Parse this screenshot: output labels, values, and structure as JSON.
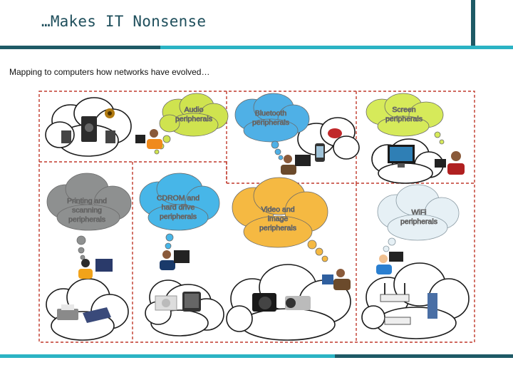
{
  "slide": {
    "title": "…Makes IT Nonsense",
    "subtitle": "Mapping to computers how networks have evolved…"
  },
  "colors": {
    "dark_teal": "#1e5a66",
    "light_teal": "#2bb3c4",
    "grid_border": "#c0392b"
  },
  "bubbles": [
    {
      "id": "audio",
      "lines": [
        "Audio",
        "peripherals"
      ],
      "color": "#cfe34f",
      "icons": [
        "speakers-icon",
        "subwoofer-icon",
        "loudspeaker-icon",
        "user-icon"
      ]
    },
    {
      "id": "bluetooth",
      "lines": [
        "Bluetooth",
        "peripherals"
      ],
      "color": "#4fb0e6",
      "icons": [
        "user-icon",
        "phone-icon",
        "mouse-icon"
      ]
    },
    {
      "id": "screen",
      "lines": [
        "Screen",
        "peripherals"
      ],
      "color": "#d6ea5a",
      "icons": [
        "monitor-icon",
        "user-icon"
      ]
    },
    {
      "id": "printing",
      "lines": [
        "Printing and",
        "scanning",
        "peripherals"
      ],
      "color": "#8e9090",
      "icons": [
        "user-icon",
        "printer-icon",
        "scanner-icon"
      ]
    },
    {
      "id": "cdrom",
      "lines": [
        "CDROM and",
        "hard drive",
        "peripherals"
      ],
      "color": "#47b6e8",
      "icons": [
        "user-icon",
        "cd-drive-icon",
        "hard-drive-icon"
      ]
    },
    {
      "id": "video",
      "lines": [
        "Video and",
        "image",
        "peripherals"
      ],
      "color": "#f5b942",
      "icons": [
        "camera-icon",
        "video-camera-icon",
        "user-icon"
      ]
    },
    {
      "id": "wifi",
      "lines": [
        "WiFi",
        "peripherals"
      ],
      "color": "#e6f0f5",
      "icons": [
        "user-icon",
        "router-icon",
        "modem-icon"
      ]
    }
  ]
}
